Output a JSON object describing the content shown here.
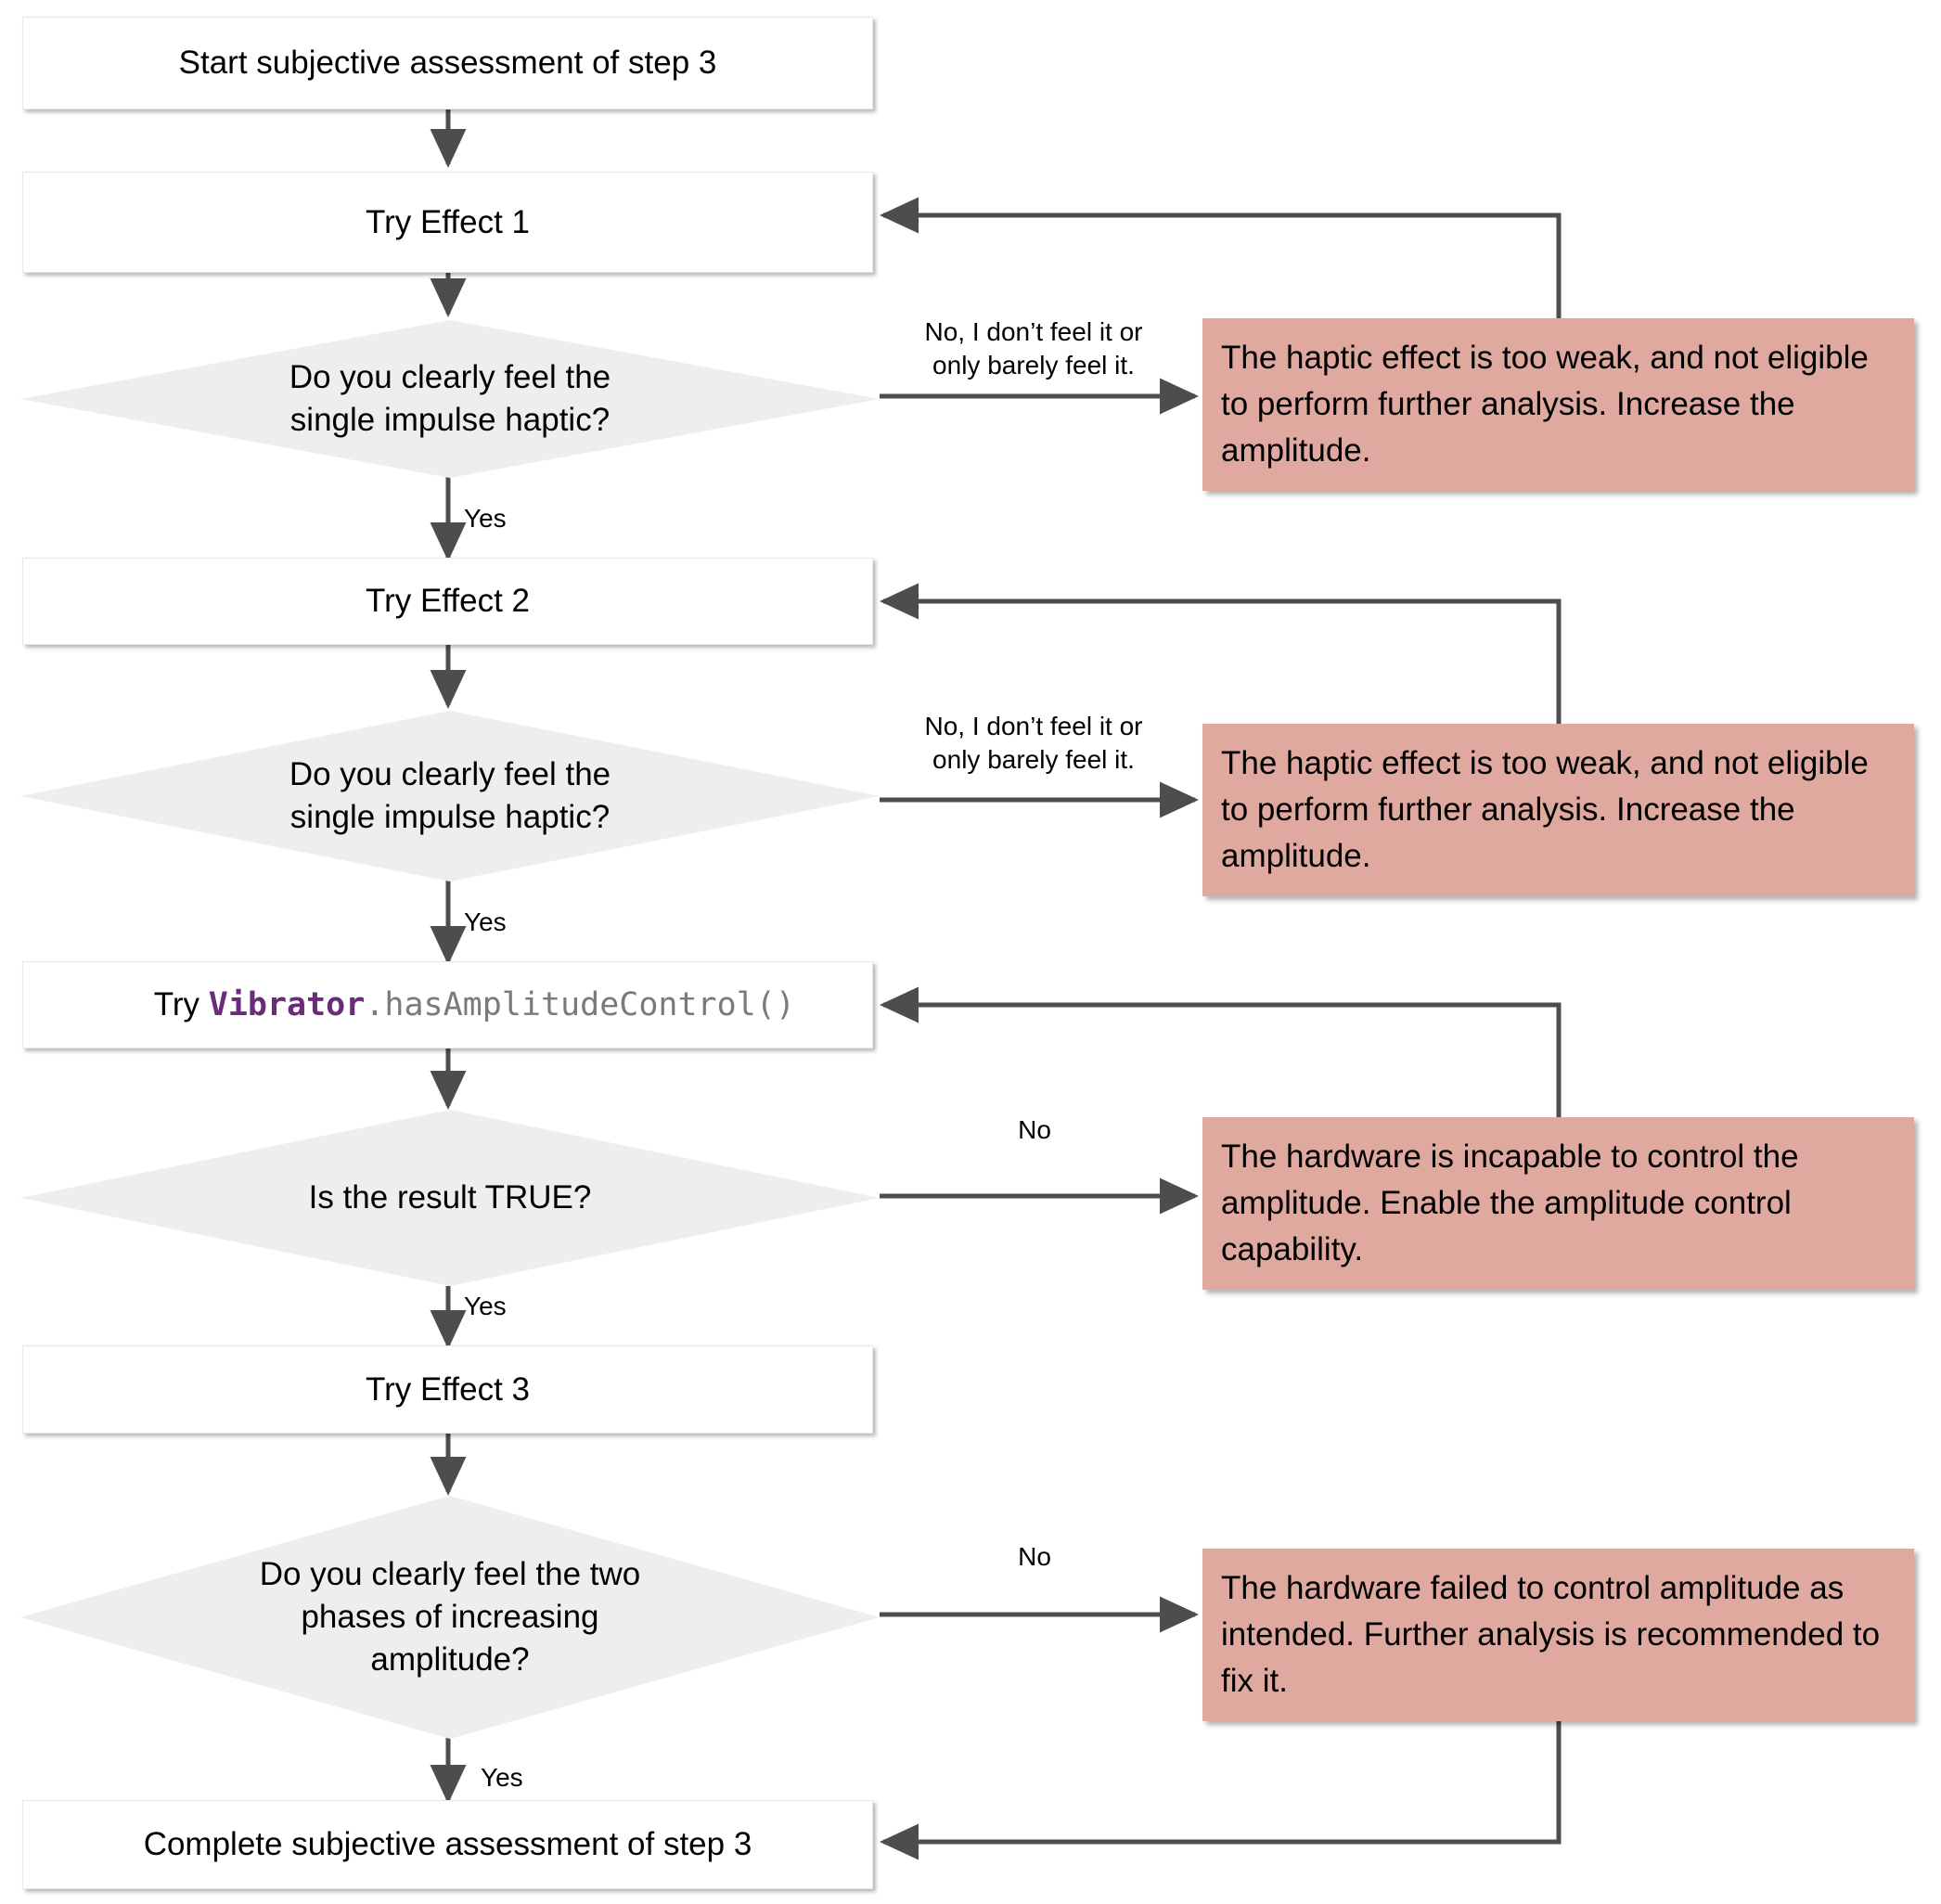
{
  "diagram": {
    "title": "Subjective assessment of step 3 flowchart",
    "colors": {
      "process_fill": "#ffffff",
      "decision_fill": "#eeeeee",
      "note_fill": "#dfa99f",
      "connector": "#4d4d4d",
      "code_class": "#6b2a7a",
      "code_method": "#7a7a7a",
      "text": "#000000"
    },
    "nodes": {
      "start": {
        "type": "process",
        "label": "Start subjective assessment of step 3"
      },
      "try_effect_1": {
        "type": "process",
        "label": "Try Effect 1"
      },
      "decision_1": {
        "type": "decision",
        "label": "Do you clearly feel the\nsingle impulse haptic?"
      },
      "try_effect_2": {
        "type": "process",
        "label": "Try Effect 2"
      },
      "decision_2": {
        "type": "decision",
        "label": "Do you clearly feel the\nsingle impulse haptic?"
      },
      "try_api": {
        "type": "process-code",
        "prefix": "Try ",
        "class_name": "Vibrator",
        "method": ".hasAmplitudeControl()"
      },
      "decision_3": {
        "type": "decision",
        "label": "Is the result TRUE?"
      },
      "try_effect_3": {
        "type": "process",
        "label": "Try Effect 3"
      },
      "decision_4": {
        "type": "decision",
        "label": "Do you clearly feel the two\nphases of increasing\namplitude?"
      },
      "complete": {
        "type": "process",
        "label": "Complete subjective assessment of step 3"
      },
      "note_1": {
        "type": "note",
        "label": "The haptic effect is too weak, and not eligible to perform further analysis. Increase the amplitude."
      },
      "note_2": {
        "type": "note",
        "label": "The haptic effect is too weak, and not eligible to perform further analysis. Increase the amplitude."
      },
      "note_3": {
        "type": "note",
        "label": "The hardware is incapable to control the amplitude. Enable the amplitude control capability."
      },
      "note_4": {
        "type": "note",
        "label": "The hardware failed to control amplitude as intended. Further analysis is recommended to fix it."
      }
    },
    "edge_labels": {
      "no_feel_1": "No, I don’t feel it or\nonly barely feel it.",
      "no_feel_2": "No, I don’t feel it or\nonly barely feel it.",
      "yes_1": "Yes",
      "yes_2": "Yes",
      "yes_3": "Yes",
      "yes_4": "Yes",
      "no_3": "No",
      "no_4": "No"
    }
  }
}
